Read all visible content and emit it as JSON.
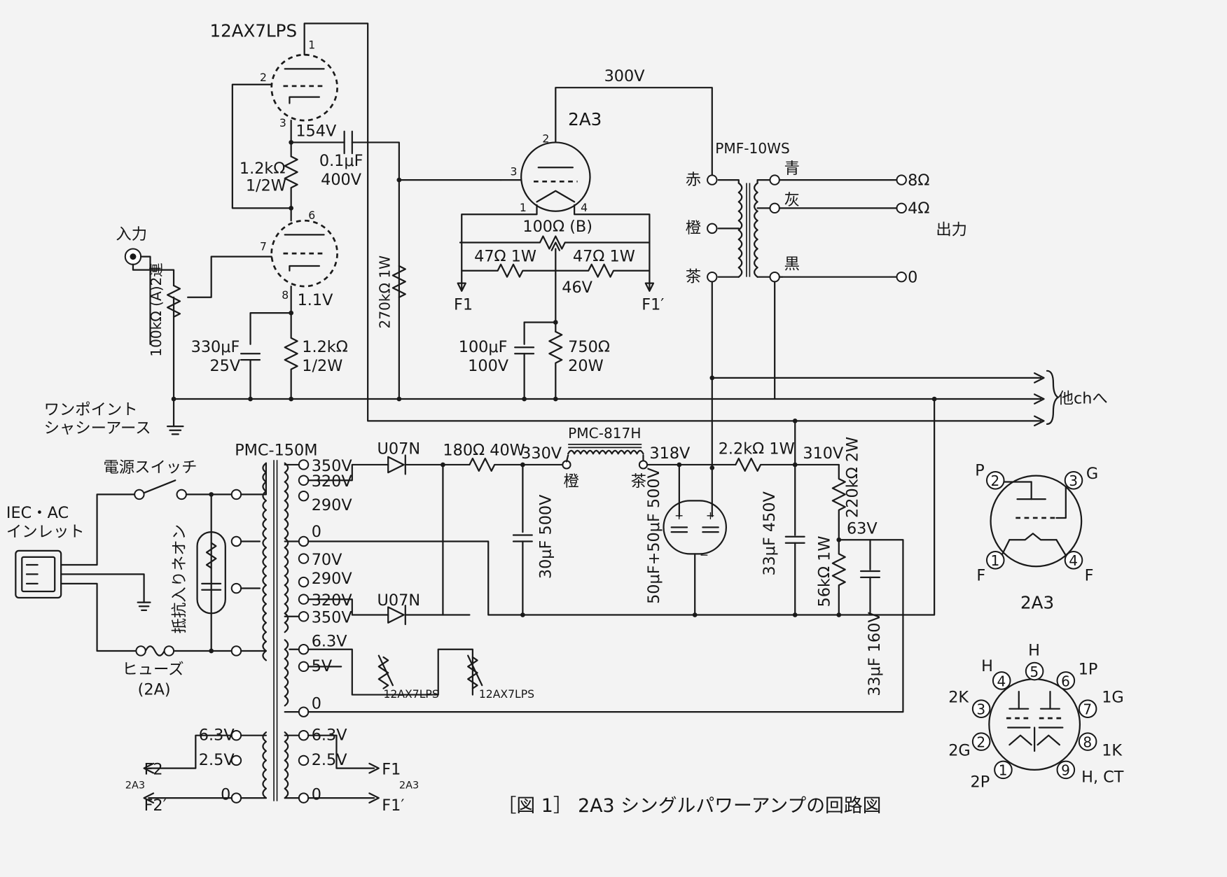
{
  "labels": {
    "tube1_name": "12AX7LPS",
    "v154": "154V",
    "cap01": "0.1μF",
    "cap01_v": "400V",
    "r12k_top": "1.2kΩ",
    "r12k_top_w": "1/2W",
    "input": "入力",
    "pot": "100kΩ (A)2連",
    "v11": "1.1V",
    "cap330": "330μF",
    "cap330_v": "25V",
    "r12k_bot": "1.2kΩ",
    "r12k_bot_w": "1/2W",
    "r270k": "270kΩ 1W",
    "ground_label_1": "ワンポイント",
    "ground_label_2": "シャシーアース",
    "v300": "300V",
    "tube2_name": "2A3",
    "r100b": "100Ω (B)",
    "r47a": "47Ω 1W",
    "r47b": "47Ω 1W",
    "v46": "46V",
    "f1": "F1",
    "f1p": "F1′",
    "cap100": "100μF",
    "cap100_v": "100V",
    "r750": "750Ω",
    "r750_w": "20W",
    "opt_name": "PMF-10WS",
    "opt_aka": "赤",
    "opt_dai": "橙",
    "opt_cha": "茶",
    "opt_ao": "青",
    "opt_hai": "灰",
    "opt_kuro": "黒",
    "out8": "8Ω",
    "out4": "4Ω",
    "out0": "0",
    "output": "出力",
    "other_ch": "他chへ",
    "power_switch": "電源スイッチ",
    "iec_1": "IEC・AC",
    "iec_2": "インレット",
    "neon": "抵抗入りネオン",
    "fuse": "ヒューズ",
    "fuse_val": "(2A)",
    "ptrans": "PMC-150M",
    "s350a": "350V",
    "s320a": "320V",
    "s290a": "290V",
    "s0a": "0",
    "s70": "70V",
    "s290b": "290V",
    "s320b": "320V",
    "s350b": "350V",
    "s63a": "6.3V",
    "s5": "5V",
    "s0b": "0",
    "p63": "6.3V",
    "p25": "2.5V",
    "p0": "0",
    "q63": "6.3V",
    "q25": "2.5V",
    "q0": "0",
    "diode1": "U07N",
    "diode2": "U07N",
    "r180": "180Ω 40W",
    "v330": "330V",
    "choke": "PMC-817H",
    "choke_dai": "橙",
    "choke_cha": "茶",
    "v318": "318V",
    "r22k": "2.2kΩ 1W",
    "v310": "310V",
    "cap30": "30μF 500V",
    "cap50": "50μF+50μF 500V",
    "cap33a": "33μF 450V",
    "r220k": "220kΩ 2W",
    "v63": "63V",
    "r56k": "56kΩ 1W",
    "cap33b": "33μF 160V",
    "heater_tube1": "12AX7LPS",
    "heater_tube2": "12AX7LPS",
    "f2": "F2",
    "f2p": "F2′",
    "a3_left": "2A3",
    "a3_right": "2A3",
    "f1b": "F1",
    "f1bp": "F1′",
    "caption": "［図 1］ 2A3 シングルパワーアンプの回路図",
    "base_2a3_name": "2A3",
    "base_2a3_p": "P",
    "base_2a3_g": "G",
    "base_2a3_f1": "F",
    "base_2a3_f2": "F",
    "base_2a3_n1": "1",
    "base_2a3_n2": "2",
    "base_2a3_n3": "3",
    "base_2a3_n4": "4",
    "base_9_h1": "H",
    "base_9_h2": "H",
    "base_9_1p": "1P",
    "base_9_1g": "1G",
    "base_9_1k": "1K",
    "base_9_hct": "H, CT",
    "base_9_2p": "2P",
    "base_9_2g": "2G",
    "base_9_2k": "2K",
    "base_9_n1": "1",
    "base_9_n2": "2",
    "base_9_n3": "3",
    "base_9_n4": "4",
    "base_9_n5": "5",
    "base_9_n6": "6",
    "base_9_n7": "7",
    "base_9_n8": "8",
    "base_9_n9": "9",
    "pin1": "1",
    "pin2": "2",
    "pin3": "3",
    "pin6": "6",
    "pin7": "7",
    "pin8": "8",
    "tube2_pin1": "1",
    "tube2_pin2": "2",
    "tube2_pin3": "3",
    "tube2_pin4": "4"
  }
}
